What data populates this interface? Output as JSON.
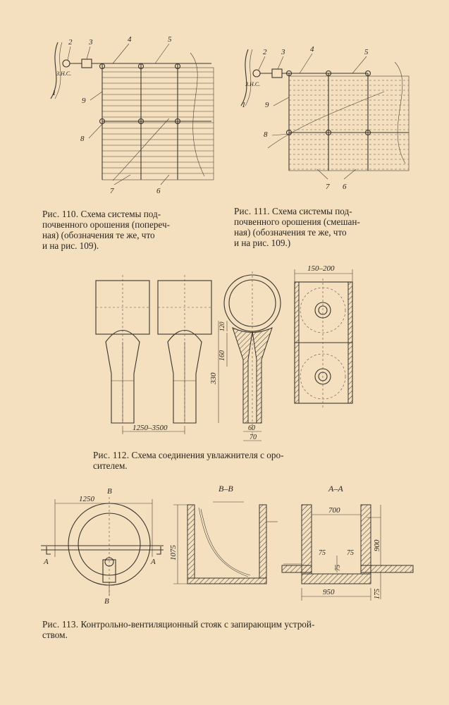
{
  "figures": {
    "fig110": {
      "labels": [
        "1",
        "2",
        "3",
        "4",
        "5",
        "9",
        "8",
        "7",
        "6"
      ],
      "zone_label": "З.Н.С.",
      "caption_num": "Рис. 110.",
      "caption_lines": [
        "Схема  системы  под-",
        "почвенного орошения (попереч-",
        "ная)  (обозначения  те  же,  что",
        "и на рис. 109)."
      ]
    },
    "fig111": {
      "labels": [
        "1",
        "2",
        "3",
        "4",
        "5",
        "9",
        "8",
        "7",
        "6"
      ],
      "zone_label": "З.Н.С.",
      "caption_num": "Рис. 111.",
      "caption_lines": [
        "Схема  системы  под-",
        "почвенного орошения (смешан-",
        "ная)   (обозначения  те  же,  что",
        "и на рис. 109.)"
      ]
    },
    "fig112": {
      "dims": [
        "150–200",
        "120",
        "160",
        "330",
        "60",
        "70",
        "1250–3500"
      ],
      "caption_num": "Рис. 112.",
      "caption_lines": [
        "Схема соединения увлажнителя с оро-",
        "сителем."
      ]
    },
    "fig113": {
      "section_labels": [
        "B",
        "B–B",
        "A–A",
        "A",
        "A",
        "B"
      ],
      "dims": [
        "1250",
        "1075",
        "700",
        "900",
        "75",
        "75",
        "75",
        "950",
        "175"
      ],
      "caption_num": "Рис. 113.",
      "caption_lines": [
        "Контрольно-вентиляционный   стояк с запирающим  устрой-",
        "ством."
      ]
    }
  }
}
